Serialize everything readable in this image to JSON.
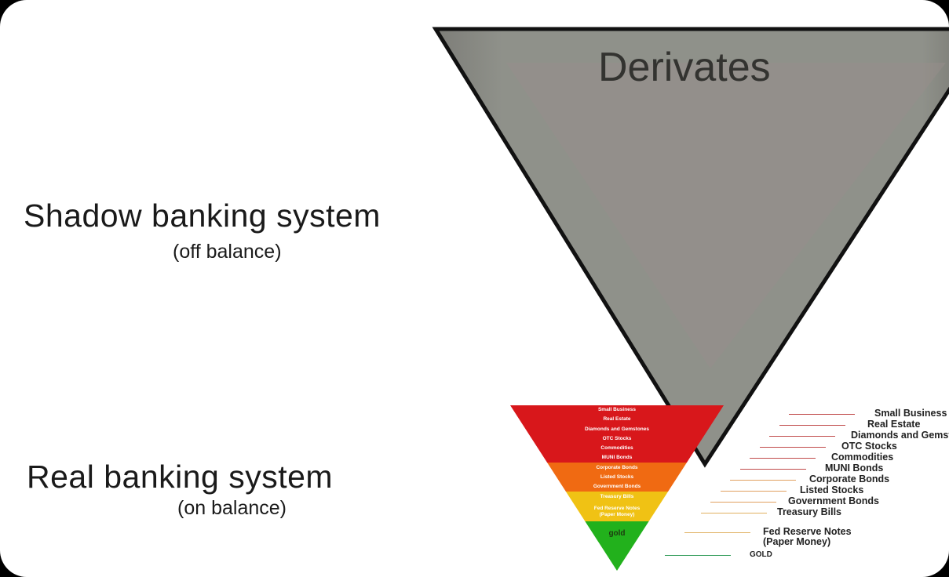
{
  "shadow": {
    "title": "Shadow banking system",
    "subtitle": "(off balance)"
  },
  "real": {
    "title": "Real banking system",
    "subtitle": "(on balance)"
  },
  "derivatives": {
    "title": "Derivates",
    "fill_color": "#8d8d86"
  },
  "pyramid": {
    "levels": [
      {
        "label": "Small Business",
        "color": "#d8171b"
      },
      {
        "label": "Real Estate",
        "color": "#d8171b"
      },
      {
        "label": "Diamonds and Gemstones",
        "color": "#d8171b"
      },
      {
        "label": "OTC Stocks",
        "color": "#d8171b"
      },
      {
        "label": "Commodities",
        "color": "#d8171b"
      },
      {
        "label": "MUNI Bonds",
        "color": "#d8171b"
      },
      {
        "label": "Corporate Bonds",
        "color": "#f06a12"
      },
      {
        "label": "Listed Stocks",
        "color": "#f06a12"
      },
      {
        "label": "Government Bonds",
        "color": "#f06a12"
      },
      {
        "label": "Treasury Bills",
        "color": "#f0c214"
      },
      {
        "label": "Fed Reserve Notes",
        "label2": "(Paper Money)",
        "color": "#f0c214"
      },
      {
        "label": "gold",
        "color": "#22b11c"
      }
    ]
  },
  "legend": {
    "items": [
      {
        "label": "Small Business",
        "line_color": "#c04a4a"
      },
      {
        "label": "Real Estate",
        "line_color": "#c04a4a"
      },
      {
        "label": "Diamonds and Gemstones",
        "line_color": "#c04a4a"
      },
      {
        "label": "OTC Stocks",
        "line_color": "#c04a4a"
      },
      {
        "label": "Commodities",
        "line_color": "#c04a4a"
      },
      {
        "label": "MUNI Bonds",
        "line_color": "#c04a4a"
      },
      {
        "label": "Corporate Bonds",
        "line_color": "#e0a060"
      },
      {
        "label": "Listed Stocks",
        "line_color": "#e0a060"
      },
      {
        "label": "Government Bonds",
        "line_color": "#e0a060"
      },
      {
        "label": "Treasury Bills",
        "line_color": "#e0b060"
      },
      {
        "label": "Fed Reserve Notes",
        "label2": "(Paper Money)",
        "line_color": "#e0b060"
      },
      {
        "label": "GOLD",
        "line_color": "#3aa060"
      }
    ]
  }
}
